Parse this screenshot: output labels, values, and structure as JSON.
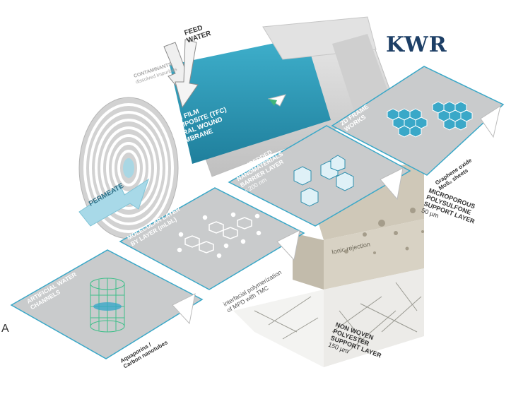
{
  "brand": {
    "logo_text": "KWR",
    "color": "#1d3f66"
  },
  "figure_letter": "A",
  "labels": {
    "feed_water": [
      "FEED",
      "WATER"
    ],
    "contaminants": [
      "CONTAMINANTS",
      "dissolved impurities"
    ],
    "tfc": [
      "THIN FILM",
      "COMPOSITE (TFC)",
      "SPIRAL WOUND",
      "MEMBRANE"
    ],
    "permeate": "PERMEATE",
    "frameworks": [
      "2D FRAME",
      "WORKS"
    ],
    "frameworks_caption": [
      "Graphene oxide",
      "MoS₂ sheets"
    ],
    "nano_barrier": [
      "PA EMBEDDED",
      "NANOMATERIALS",
      "BARRIER LAYER",
      "< 200 nm"
    ],
    "mlbl": [
      "MOLECULAR LAYER",
      "BY LAYER (mLbL)"
    ],
    "water_channels": [
      "ARTIFICIAL WATER",
      "CHANNELS"
    ],
    "water_channels_caption": [
      "Aquaporins /",
      "Carbon nanotubes"
    ],
    "ionic_rejection": "Ionic rejection",
    "interfacial": [
      "interfacial polymerization",
      "of MPD with TMC"
    ],
    "polysulfone": [
      "MICROPOROUS",
      "POLYSULFONE",
      "SUPPORT LAYER",
      "50 µm"
    ],
    "polyester": [
      "NON WOVEN",
      "POLYESTER",
      "SUPPORT LAYER",
      "150 µm"
    ]
  },
  "colors": {
    "membrane_teal": "#2e9ab8",
    "panel_border": "#3aa8c8",
    "panel_fill": "#c9cbcc",
    "roll_grey": "#d5d5d5",
    "polysulfone": "#d8d2c4",
    "polyester": "#ececea"
  }
}
